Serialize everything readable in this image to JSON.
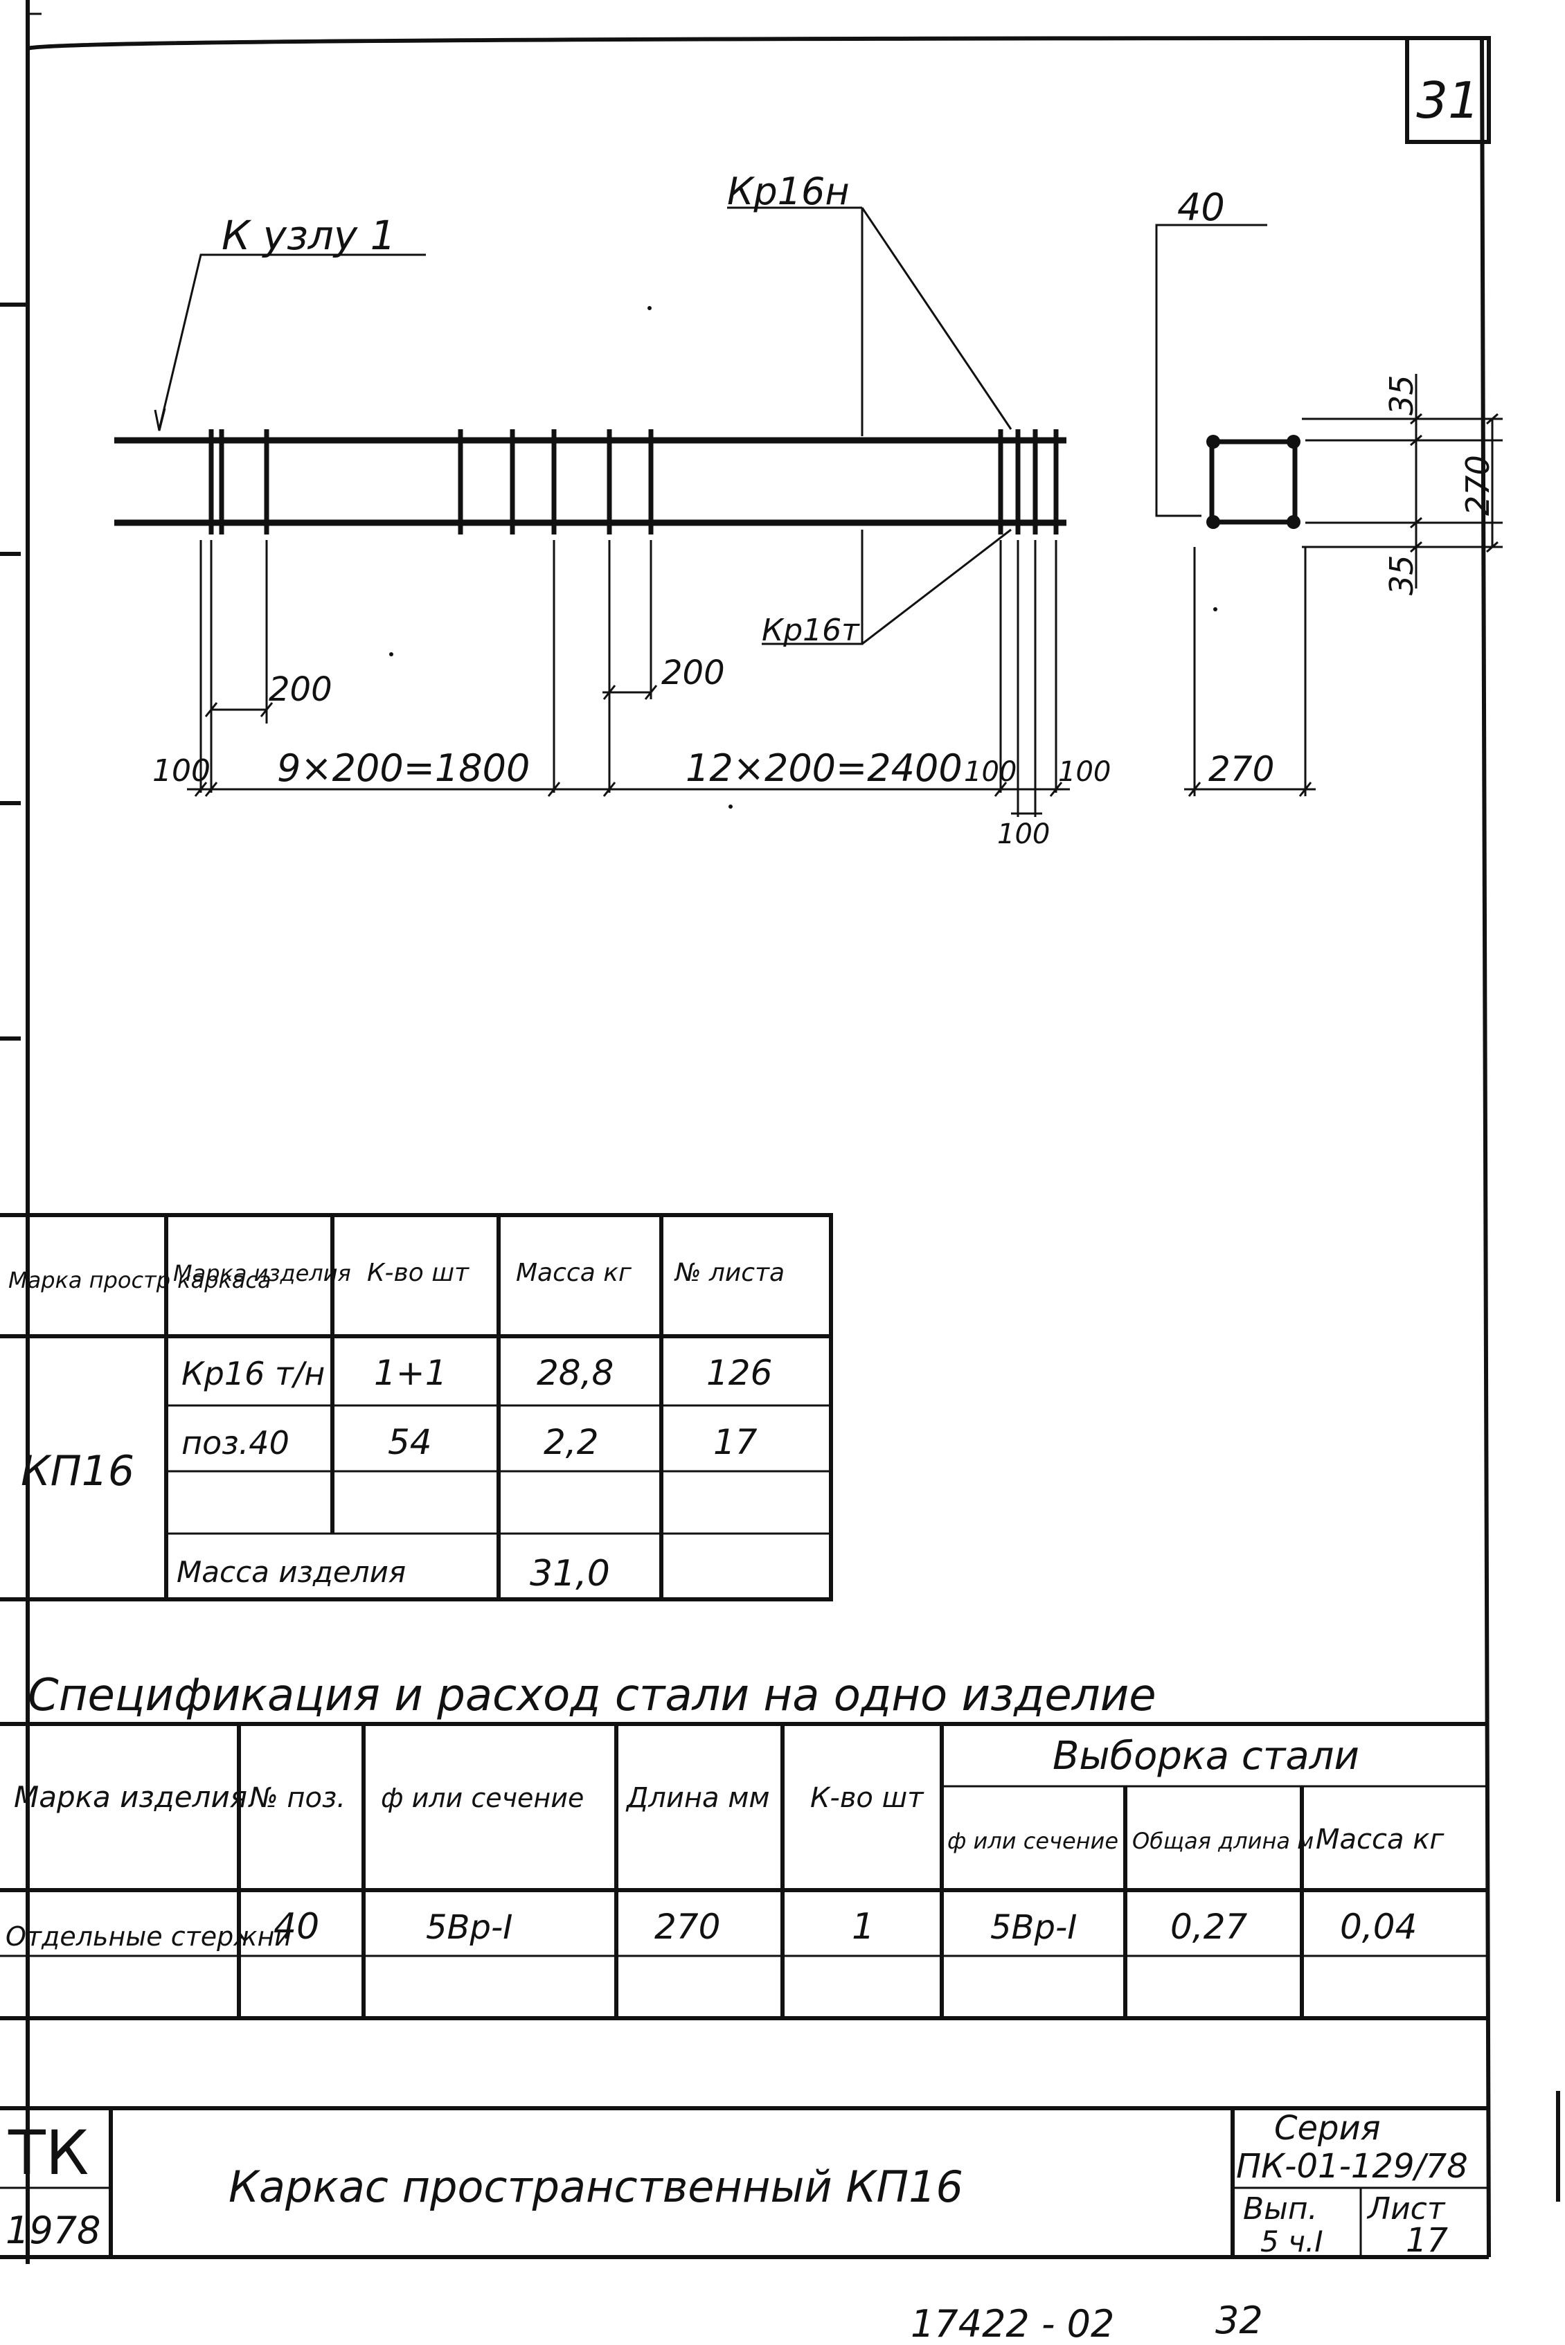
{
  "sheet_number": "31",
  "drawing": {
    "callout_node": "К узлу 1",
    "callout_top_mesh": "Кр16н",
    "callout_bottom_mesh": "Кр16т",
    "dim_section_width": "40",
    "dim_35_top": "35",
    "dim_270_vertical": "270",
    "dim_35_bottom": "35",
    "dim_200_left": "200",
    "dim_200_right": "200",
    "dim_100_a": "100",
    "dim_run_left": "9×200=1800",
    "dim_run_right": "12×200=2400",
    "dim_100_b": "100",
    "dim_100_c": "100",
    "dim_100_d": "100",
    "dim_270_horizontal": "270"
  },
  "table1": {
    "headers": [
      "Марка простр каркаса",
      "Марка изделия",
      "К-во шт",
      "Масса кг",
      "№ листа"
    ],
    "frame_mark": "КП16",
    "rows": [
      {
        "item": "Кр16 т/н",
        "qty": "1+1",
        "mass": "28,8",
        "sheet": "126"
      },
      {
        "item": "поз.40",
        "qty": "54",
        "mass": "2,2",
        "sheet": "17"
      }
    ],
    "total_label": "Масса изделия",
    "total_value": "31,0"
  },
  "spec": {
    "title": "Спецификация и расход стали на одно изделие",
    "headers": {
      "mark": "Марка изделия",
      "pos": "№ поз.",
      "section": "ф или сечение",
      "length": "Длина мм",
      "qty": "К-во шт",
      "selection": "Выборка стали",
      "sel_section": "ф или сечение",
      "sel_total_length": "Общая длина м",
      "sel_mass": "Масса кг"
    },
    "rows": [
      {
        "mark": "Отдельные стержни",
        "pos": "40",
        "section": "5Вр-I",
        "length": "270",
        "qty": "1",
        "sel_section": "5Вр-I",
        "sel_total_length": "0,27",
        "sel_mass": "0,04"
      }
    ]
  },
  "title_block": {
    "org": "ТК",
    "year": "1978",
    "title": "Каркас пространственный КП16",
    "series_label": "Серия",
    "series_value": "ПК-01-129/78",
    "issue_label": "Вып.",
    "issue_value": "5 ч.I",
    "sheet_label": "Лист",
    "sheet_value": "17"
  },
  "footer": {
    "code": "17422 - 02",
    "page": "32"
  }
}
